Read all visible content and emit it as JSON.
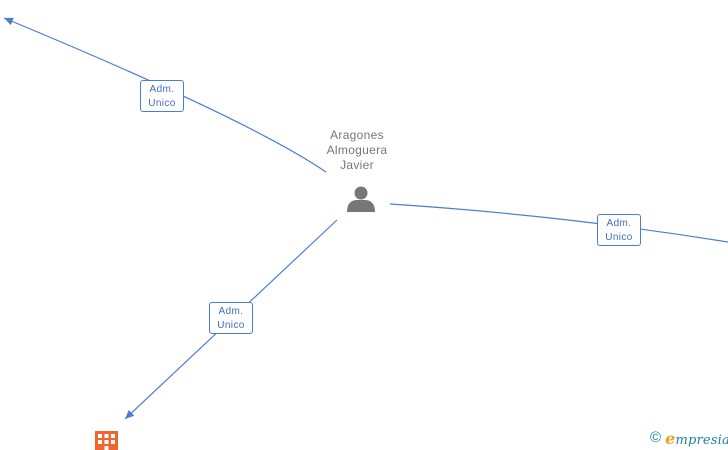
{
  "diagram": {
    "center_person": {
      "name_lines": [
        "Aragones",
        "Almoguera",
        "Javier"
      ],
      "icon": "person-icon"
    },
    "edges": [
      {
        "label_line1": "Adm.",
        "label_line2": "Unico",
        "direction": "top-left"
      },
      {
        "label_line1": "Adm.",
        "label_line2": "Unico",
        "direction": "right"
      },
      {
        "label_line1": "Adm.",
        "label_line2": "Unico",
        "direction": "bottom-left"
      }
    ],
    "company_node": {
      "icon": "building-icon"
    },
    "colors": {
      "edge": "#4a7fd0",
      "person_icon": "#777777",
      "company_icon": "#f26531",
      "label_text": "#3a6fc0"
    }
  },
  "footer": {
    "copyright_symbol": "©",
    "brand_initial": "e",
    "brand_rest": "mpresia"
  }
}
